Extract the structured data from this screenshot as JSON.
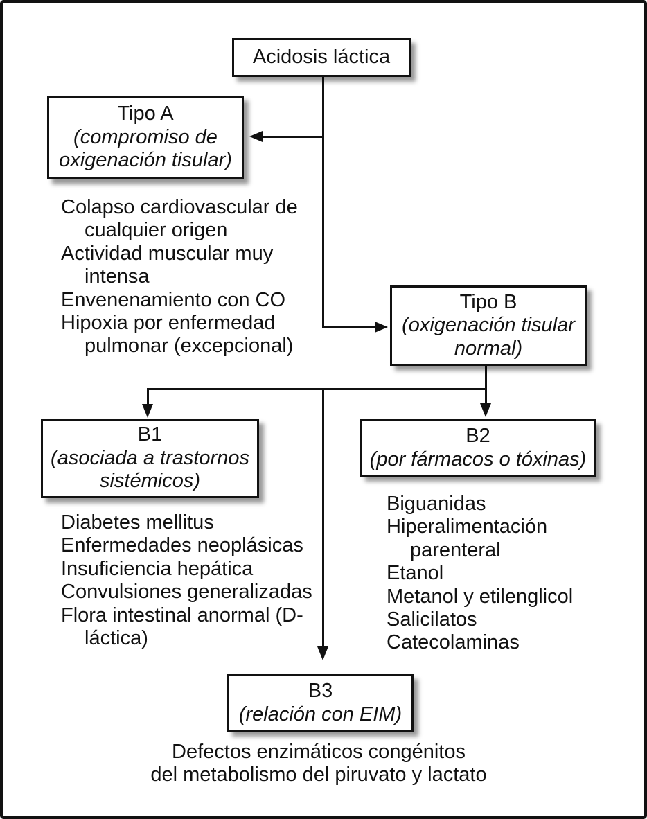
{
  "colors": {
    "ink": "#111111",
    "background": "#ffffff",
    "box_fill": "#ffffff",
    "shadow": "rgba(0,0,0,0.40)"
  },
  "nodes": {
    "root": {
      "title": "Acidosis láctica",
      "subtitle_lines": []
    },
    "tipo_a": {
      "title": "Tipo A",
      "subtitle_lines": [
        "(compromiso de",
        "oxigenación tisular)"
      ]
    },
    "tipo_b": {
      "title": "Tipo B",
      "subtitle_lines": [
        "(oxigenación tisular",
        "normal)"
      ]
    },
    "b1": {
      "title": "B1",
      "subtitle_lines": [
        "(asociada a trastornos",
        "sistémicos)"
      ]
    },
    "b2": {
      "title": "B2",
      "subtitle_lines": [
        "(por fármacos o tóxinas)"
      ]
    },
    "b3": {
      "title": "B3",
      "subtitle_lines": [
        "(relación con EIM)"
      ]
    }
  },
  "lists": {
    "tipo_a_causes": [
      "Colapso cardiovascular de cualquier origen",
      "Actividad muscular muy intensa",
      "Envenenamiento con CO",
      "Hipoxia por enfermedad pulmonar (excepcional)"
    ],
    "b1_causes": [
      "Diabetes mellitus",
      "Enfermedades neoplásicas",
      "Insuficiencia hepática",
      "Convulsiones generalizadas",
      "Flora intestinal anormal (D-láctica)"
    ],
    "b2_causes": [
      "Biguanidas",
      "Hiperalimentación parenteral",
      "Etanol",
      "Metanol y etilenglicol",
      "Salicilatos",
      "Catecolaminas"
    ]
  },
  "b3_note_lines": [
    "Defectos enzimáticos congénitos",
    "del metabolismo del piruvato y lactato"
  ]
}
